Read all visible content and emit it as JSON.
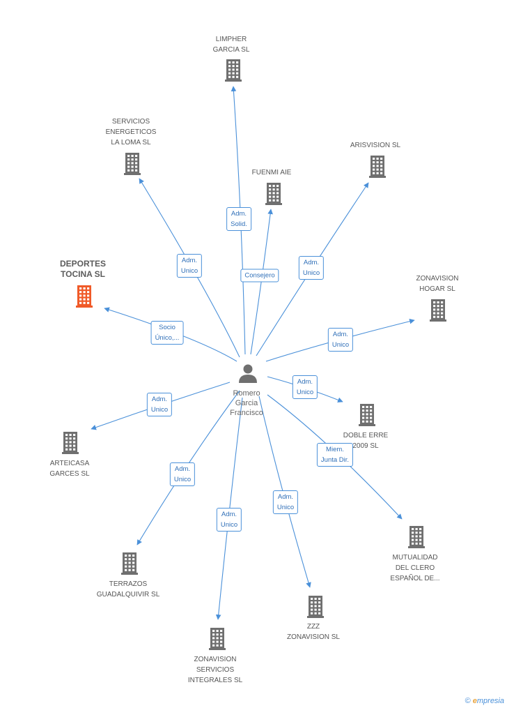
{
  "diagram": {
    "center": {
      "name_lines": [
        "Romero",
        "Garcia",
        "Francisco"
      ],
      "icon": "person-icon"
    },
    "companies": [
      {
        "id": "limpher",
        "lines": [
          "LIMPHER",
          "GARCIA SL"
        ],
        "icon": "building-icon",
        "color": "#6f6f6f",
        "focus": false
      },
      {
        "id": "servicios-energeticos",
        "lines": [
          "SERVICIOS",
          "ENERGETICOS",
          "LA LOMA SL"
        ],
        "icon": "building-icon",
        "color": "#6f6f6f",
        "focus": false
      },
      {
        "id": "fuenmi",
        "lines": [
          "FUENMI AIE"
        ],
        "icon": "building-icon",
        "color": "#6f6f6f",
        "focus": false
      },
      {
        "id": "arisvision",
        "lines": [
          "ARISVISION SL"
        ],
        "icon": "building-icon",
        "color": "#6f6f6f",
        "focus": false
      },
      {
        "id": "deportes-tocina",
        "lines": [
          "DEPORTES",
          "TOCINA SL"
        ],
        "icon": "building-icon",
        "color": "#f05a28",
        "focus": true
      },
      {
        "id": "zonavision-hogar",
        "lines": [
          "ZONAVISION",
          "HOGAR SL"
        ],
        "icon": "building-icon",
        "color": "#6f6f6f",
        "focus": false
      },
      {
        "id": "doble-erre",
        "lines": [
          "DOBLE ERRE",
          "2009 SL"
        ],
        "icon": "building-icon",
        "color": "#6f6f6f",
        "focus": false
      },
      {
        "id": "arteicasa",
        "lines": [
          "ARTEICASA",
          "GARCES SL"
        ],
        "icon": "building-icon",
        "color": "#6f6f6f",
        "focus": false
      },
      {
        "id": "mutualidad",
        "lines": [
          "MUTUALIDAD",
          "DEL CLERO",
          "ESPAÑOL DE..."
        ],
        "icon": "building-icon",
        "color": "#6f6f6f",
        "focus": false
      },
      {
        "id": "terrazos",
        "lines": [
          "TERRAZOS",
          "GUADALQUIVIR SL"
        ],
        "icon": "building-icon",
        "color": "#6f6f6f",
        "focus": false
      },
      {
        "id": "zzz-zonavision",
        "lines": [
          "ZZZ",
          "ZONAVISION SL"
        ],
        "icon": "building-icon",
        "color": "#6f6f6f",
        "focus": false
      },
      {
        "id": "zonavision-servicios",
        "lines": [
          "ZONAVISION",
          "SERVICIOS",
          "INTEGRALES SL"
        ],
        "icon": "building-icon",
        "color": "#6f6f6f",
        "focus": false
      }
    ],
    "relations": [
      {
        "to": "limpher",
        "lines": [
          "Adm.",
          "Solid."
        ]
      },
      {
        "to": "servicios-energeticos",
        "lines": [
          "Adm.",
          "Unico"
        ]
      },
      {
        "to": "fuenmi",
        "lines": [
          "Consejero"
        ]
      },
      {
        "to": "arisvision",
        "lines": [
          "Adm.",
          "Unico"
        ]
      },
      {
        "to": "deportes-tocina",
        "lines": [
          "Socio",
          "Único,..."
        ]
      },
      {
        "to": "zonavision-hogar",
        "lines": [
          "Adm.",
          "Unico"
        ]
      },
      {
        "to": "doble-erre",
        "lines": [
          "Adm.",
          "Unico"
        ]
      },
      {
        "to": "arteicasa",
        "lines": [
          "Adm.",
          "Unico"
        ]
      },
      {
        "to": "mutualidad",
        "lines": [
          "Miem.",
          "Junta Dir."
        ]
      },
      {
        "to": "terrazos",
        "lines": [
          "Adm.",
          "Unico"
        ]
      },
      {
        "to": "zzz-zonavision",
        "lines": [
          "Adm.",
          "Unico"
        ]
      },
      {
        "to": "zonavision-servicios",
        "lines": [
          "Adm.",
          "Unico"
        ]
      }
    ],
    "edge_color": "#4a90d9"
  },
  "footer": {
    "copyright_symbol": "©",
    "brand_initial": "e",
    "brand_rest": "mpresia"
  }
}
